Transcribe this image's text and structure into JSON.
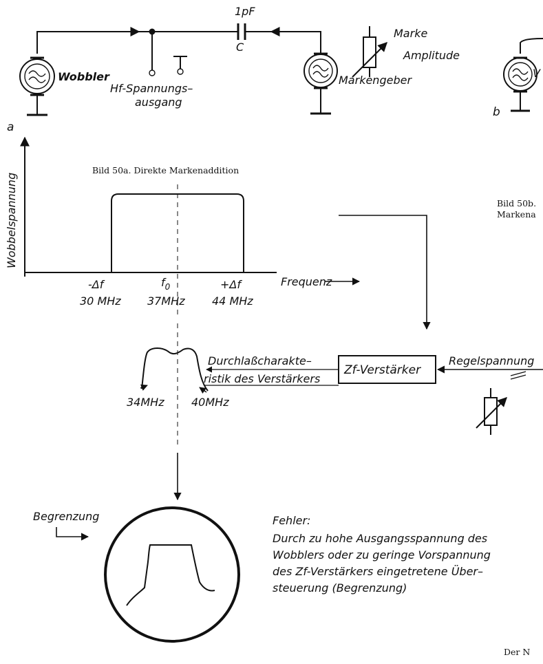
{
  "schematic_a": {
    "capacitor_value": "1pF",
    "capacitor_name": "C",
    "marker_label_1": "Marke",
    "marker_label_2": "Amplitude",
    "wobbler_label": "Wobbler",
    "output_label_1": "Hf-Spannungs–",
    "output_label_2": "ausgang",
    "marker_gen_label": "Markengeber",
    "panel_letter": "a"
  },
  "schematic_b": {
    "wobbler_label_partial": "V",
    "panel_letter": "b"
  },
  "captions": {
    "fig_50a": "Bild 50a. Direkte Markenaddition",
    "fig_50b_line1": "Bild 50b.",
    "fig_50b_line2": "Markena"
  },
  "sweep_plot": {
    "ylabel": "Wobbelspannung",
    "xlabel": "Frequenz",
    "tick_minus": "-Δf",
    "tick_center": "f",
    "tick_center_sub": "0",
    "tick_plus": "+Δf",
    "freq_left": "30 MHz",
    "freq_center": "37MHz",
    "freq_right": "44 MHz"
  },
  "amplifier": {
    "box_label": "Zf-Verstärker",
    "passband_label_1": "Durchlaßcharakte–",
    "passband_label_2": "ristik des Verstärkers",
    "freq_low": "34MHz",
    "freq_high": "40MHz",
    "control_voltage": "Regelspannung"
  },
  "screen": {
    "limit_label": "Begrenzung"
  },
  "error_note": {
    "title": "Fehler:",
    "line1": "Durch zu hohe Ausgangsspannung des",
    "line2": "Wobblers oder zu geringe Vorspannung",
    "line3": "des Zf-Verstärkers eingetretene Über–",
    "line4": "steuerung (Begrenzung)"
  },
  "footer": {
    "cut_text": "Der N"
  }
}
